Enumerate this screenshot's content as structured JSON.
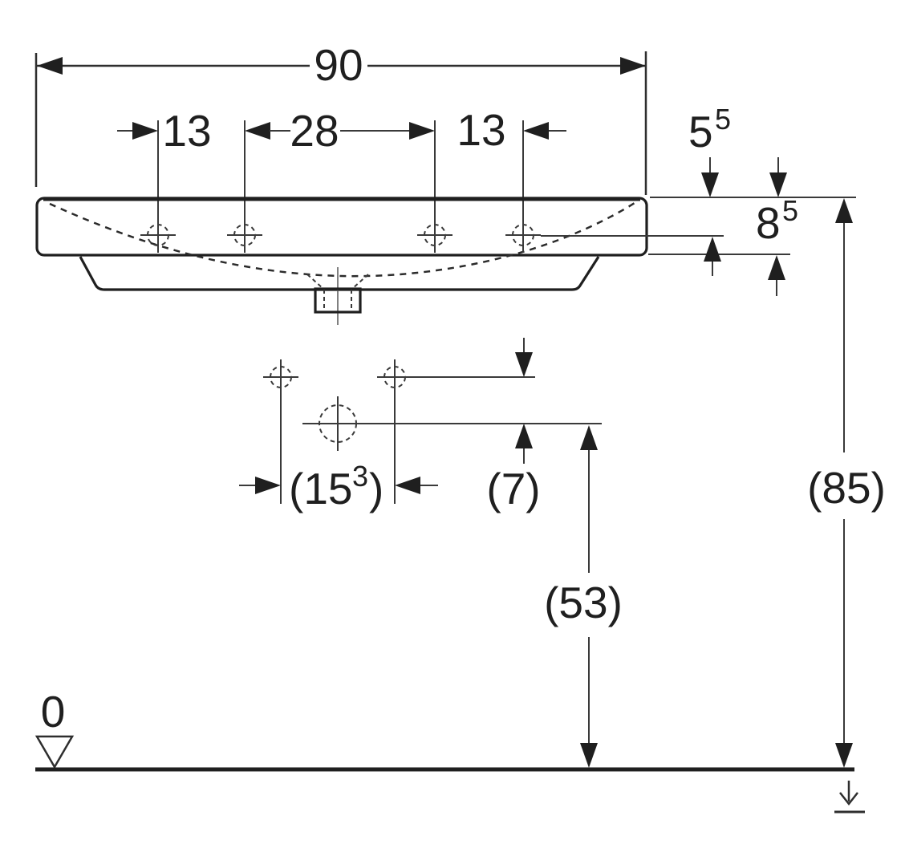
{
  "drawing": {
    "type": "technical-dimension-drawing",
    "subject": "washbasin-front-elevation",
    "line_color": "#1f1f1f",
    "background_color": "#ffffff"
  },
  "dim_labels": {
    "overall_width": "90",
    "left_hole_spacing": "13",
    "center_hole_spacing": "28",
    "right_hole_spacing": "13",
    "top_to_taphole": {
      "base": "5",
      "sup": "5"
    },
    "top_to_rim_bottom": {
      "base": "8",
      "sup": "5"
    },
    "siphon_offset": {
      "open": "(15",
      "sup": "3",
      "close": ")"
    },
    "outlet_offset": "(7)",
    "outlet_height": "(53)",
    "overall_height": "(85)",
    "floor_datum": "0"
  }
}
